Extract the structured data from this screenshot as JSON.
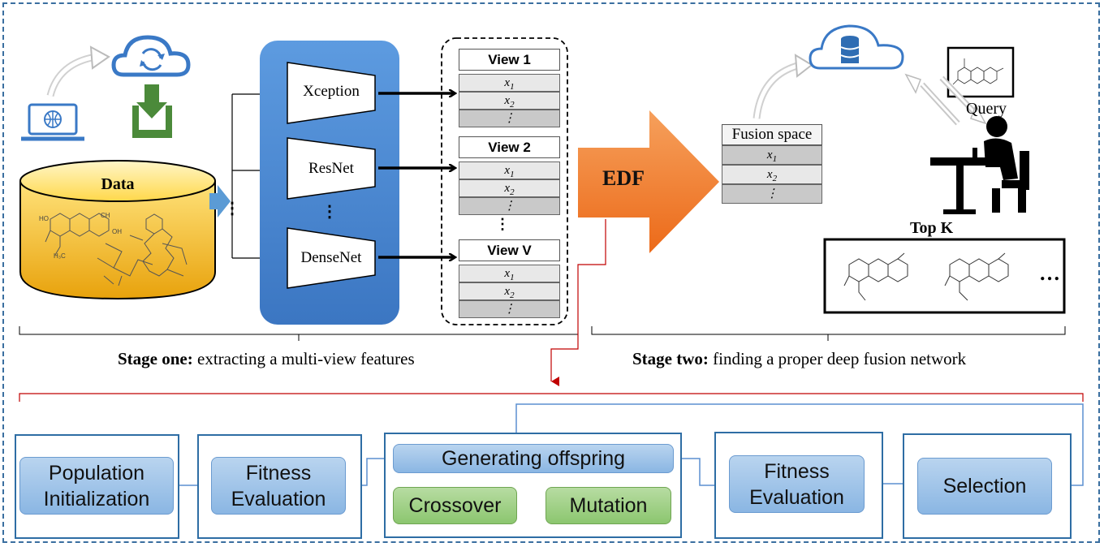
{
  "stage_one": {
    "data_label": "Data",
    "networks": [
      "Xception",
      "ResNet",
      "DenseNet"
    ],
    "net_ellipsis": "⋮",
    "input_ellipsis": "⋮",
    "views": [
      {
        "header": "View 1",
        "rows": [
          "x1",
          "x2",
          "⋮"
        ]
      },
      {
        "header": "View 2",
        "rows": [
          "x1",
          "x2",
          "⋮"
        ]
      },
      {
        "header": "View V",
        "rows": [
          "x1",
          "x2",
          "⋮"
        ]
      }
    ],
    "view_ellipsis": "⋮",
    "caption_bold": "Stage one:",
    "caption_rest": " extracting a multi-view features"
  },
  "edf": {
    "label": "EDF"
  },
  "stage_two": {
    "fusion": {
      "header": "Fusion space",
      "rows": [
        "x1",
        "x2",
        "⋮"
      ]
    },
    "query_label": "Query",
    "topk_label": "Top K",
    "topk_ellipsis": "…",
    "caption_bold": "Stage two:",
    "caption_rest": " finding a proper deep fusion network"
  },
  "pipeline": {
    "population_line1": "Population",
    "population_line2": "Initialization",
    "fitness1_line1": "Fitness",
    "fitness1_line2": "Evaluation",
    "generating": "Generating offspring",
    "crossover": "Crossover",
    "mutation": "Mutation",
    "fitness2_line1": "Fitness",
    "fitness2_line2": "Evaluation",
    "selection": "Selection"
  },
  "colors": {
    "border_dashed": "#3a6fa0",
    "network_panel": "#4a86cf",
    "edf_arrow": "#f07a2a",
    "data_cylinder": "#f2b516",
    "connector_red": "#c00000",
    "pill_blue": "#9cc2e9",
    "pill_green": "#9fd085"
  },
  "icons": [
    "laptop-globe-icon",
    "cloud-sync-icon",
    "download-icon",
    "cloud-database-icon",
    "person-at-desk-icon",
    "molecule-icon"
  ]
}
